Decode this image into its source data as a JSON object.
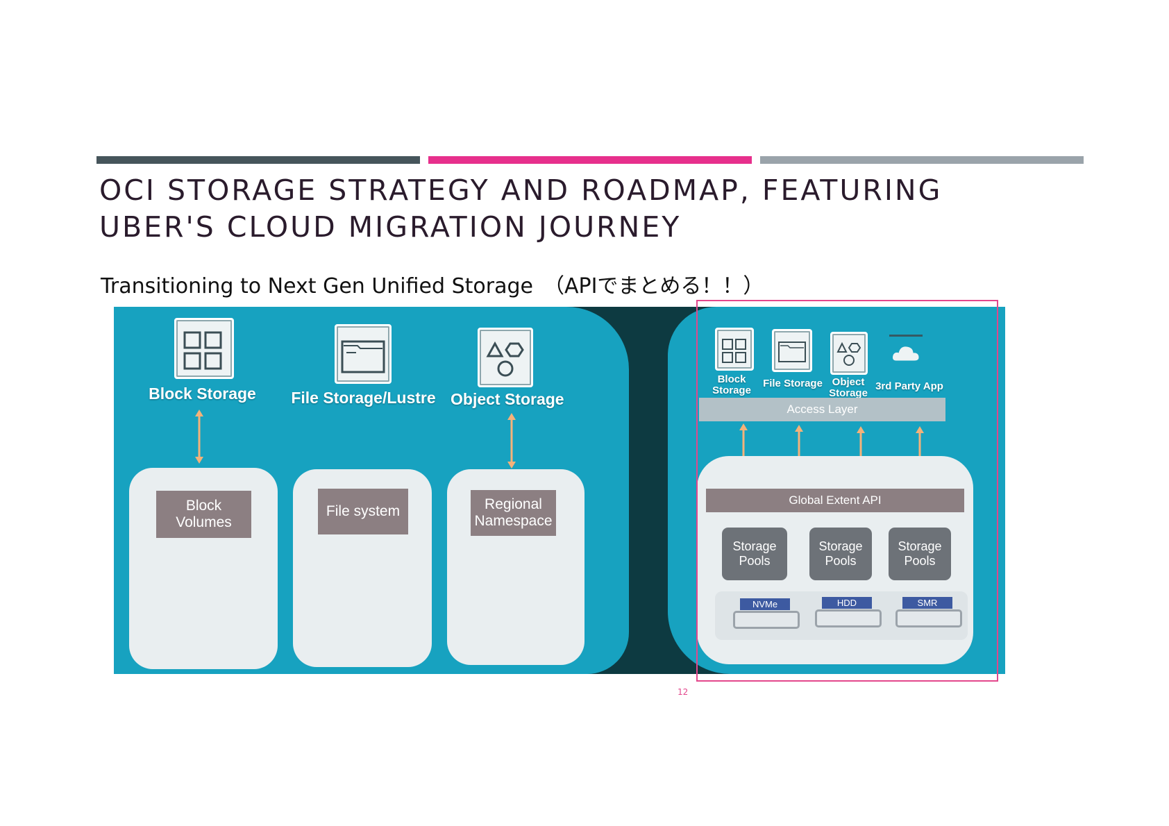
{
  "slide": {
    "title_line1": "OCI STORAGE STRATEGY AND ROADMAP, FEATURING",
    "title_line2": "UBER'S CLOUD MIGRATION JOURNEY",
    "subtitle": "Transitioning to Next Gen Unified Storage　（APIでまとめる！！）",
    "page_number": "12",
    "accent_colors": [
      "#46555b",
      "#e72f8c",
      "#9aa3aa"
    ],
    "highlight_color": "#e3478c"
  },
  "left_diagram": {
    "columns": [
      {
        "label": "Block Storage",
        "icon": "block-storage-icon",
        "tag": "Block\nVolumes"
      },
      {
        "label": "File Storage/Lustre",
        "icon": "folder-icon",
        "tag": "File system"
      },
      {
        "label": "Object Storage",
        "icon": "shapes-icon",
        "tag": "Regional\nNamespace"
      }
    ]
  },
  "right_diagram": {
    "clients": [
      {
        "label": "Block\nStorage",
        "icon": "block-storage-icon"
      },
      {
        "label": "File Storage",
        "icon": "folder-icon"
      },
      {
        "label": "Object\nStorage",
        "icon": "shapes-icon"
      },
      {
        "label": "3rd Party App",
        "icon": "cloud-icon"
      }
    ],
    "access_layer": "Access Layer",
    "global_api": "Global Extent API",
    "pools": [
      "Storage\nPools",
      "Storage\nPools",
      "Storage\nPools"
    ],
    "drives": [
      "NVMe",
      "HDD",
      "SMR"
    ]
  }
}
